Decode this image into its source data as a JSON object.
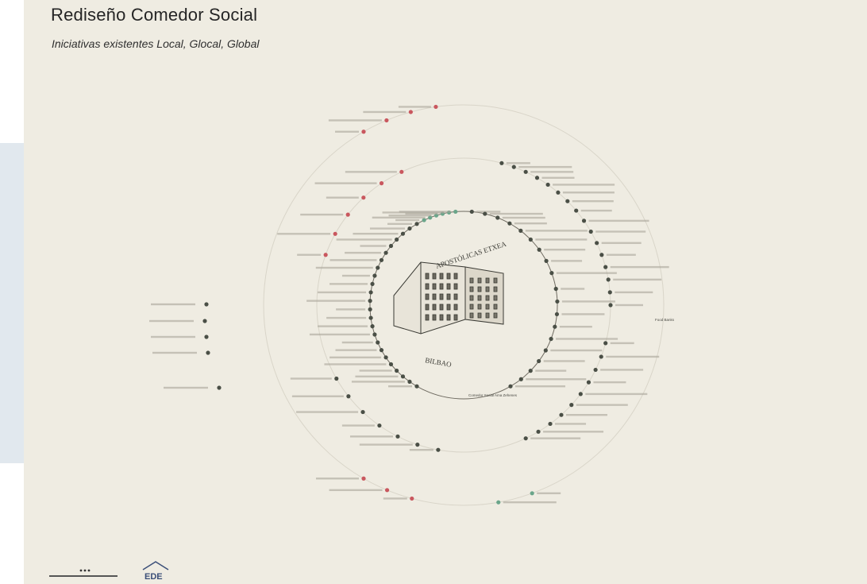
{
  "title": "Rediseño Comedor Social",
  "subtitle": "Iniciativas existentes Local, Glocal, Global",
  "center": {
    "top_label": "APOSTÓLICAS ETXEA",
    "bottom_label": "BILBAO"
  },
  "logos": {
    "ede_text": "EDE"
  },
  "colors": {
    "background": "#efece2",
    "dark_dot": "#4a4f46",
    "red_dot": "#c9575e",
    "green_dot": "#6aa58a",
    "ring": "#d6d2c6"
  },
  "legible_annotations": [
    "Comedor Social Ama Zehenes",
    "Food Banks"
  ]
}
